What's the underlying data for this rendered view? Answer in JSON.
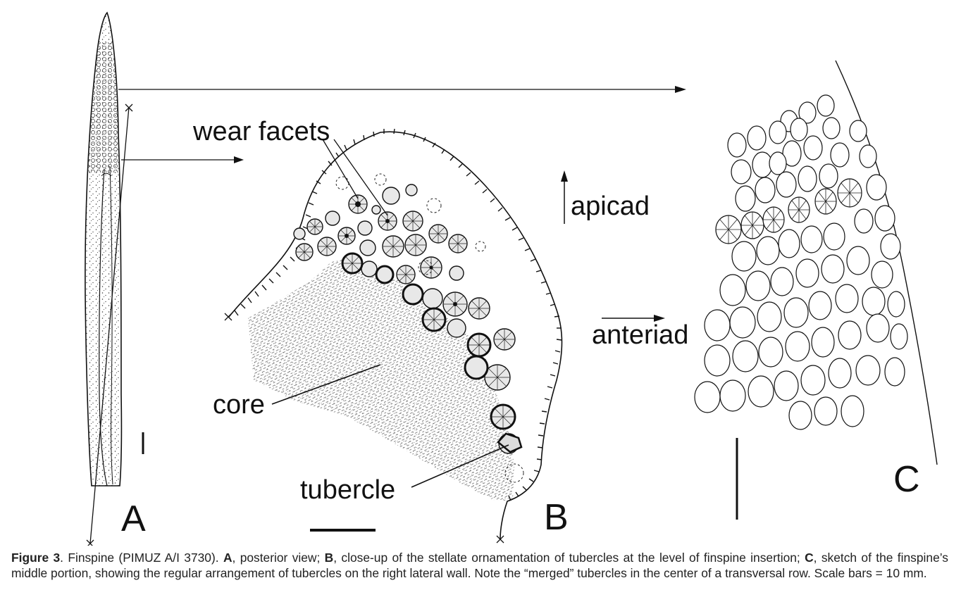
{
  "figure": {
    "labels": {
      "wear_facets": "wear facets",
      "apicad": "apicad",
      "anteriad": "anteriad",
      "core": "core",
      "tubercle": "tubercle",
      "panel_a": "A",
      "panel_b": "B",
      "panel_c": "C"
    }
  },
  "caption": {
    "figure_label": "Figure 3",
    "intro": ". Finspine (PIMUZ A/I 3730). ",
    "a_label": "A",
    "a_text": ", posterior view; ",
    "b_label": "B",
    "b_text": ", close-up of the stellate ornamentation of tubercles at the level of finspine insertion; ",
    "c_label": "C",
    "c_text": ", sketch of the finspine’s middle portion, showing the regular arrangement of tubercles on the right lateral wall. Note the “merged” tubercles in the center of a transversal row. Scale bars = 10 mm."
  }
}
